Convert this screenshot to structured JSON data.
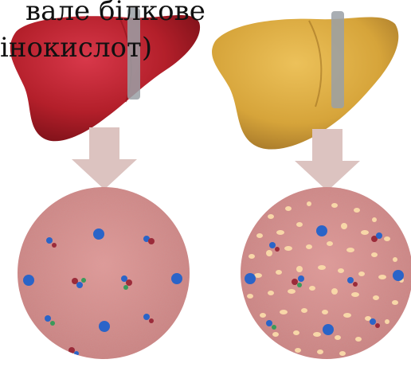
{
  "caption": {
    "line1": "вале білкове",
    "line2": "інокислот)"
  },
  "colors": {
    "healthy_liver": "#b31f2a",
    "fatty_liver": "#d6a43a",
    "tissue": "#d98f8f",
    "fat_droplet": "#f8d7a8",
    "nucleus": "#2a64c8",
    "arrow": "#dcc3c0"
  },
  "panels": [
    {
      "name": "healthy",
      "fat_droplets": 0
    },
    {
      "name": "fatty",
      "fat_droplets": "many"
    }
  ]
}
